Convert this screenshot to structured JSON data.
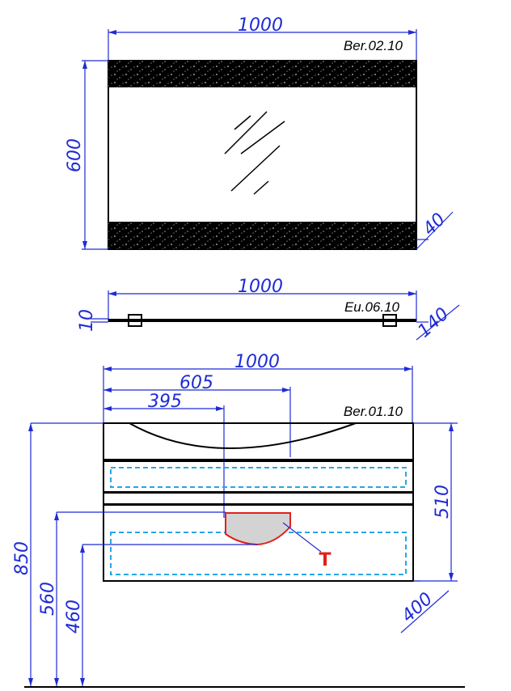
{
  "mirror": {
    "code": "Ber.02.10",
    "width": "1000",
    "height": "600",
    "depth": "40"
  },
  "shelf": {
    "code": "Eu.06.10",
    "width": "1000",
    "thickness": "10",
    "depth": "140"
  },
  "cabinet": {
    "code": "Ber.01.10",
    "width": "1000",
    "offset_605": "605",
    "offset_395": "395",
    "height": "510",
    "depth": "400",
    "height_850": "850",
    "height_560": "560",
    "height_460": "460",
    "marker": "T"
  },
  "colors": {
    "dimension": "#1f2bd6",
    "outline": "#000000",
    "drawer_dashes": "#28a6e6",
    "siphon_outline": "#e0201c",
    "siphon_fill": "#d3d3d3"
  }
}
